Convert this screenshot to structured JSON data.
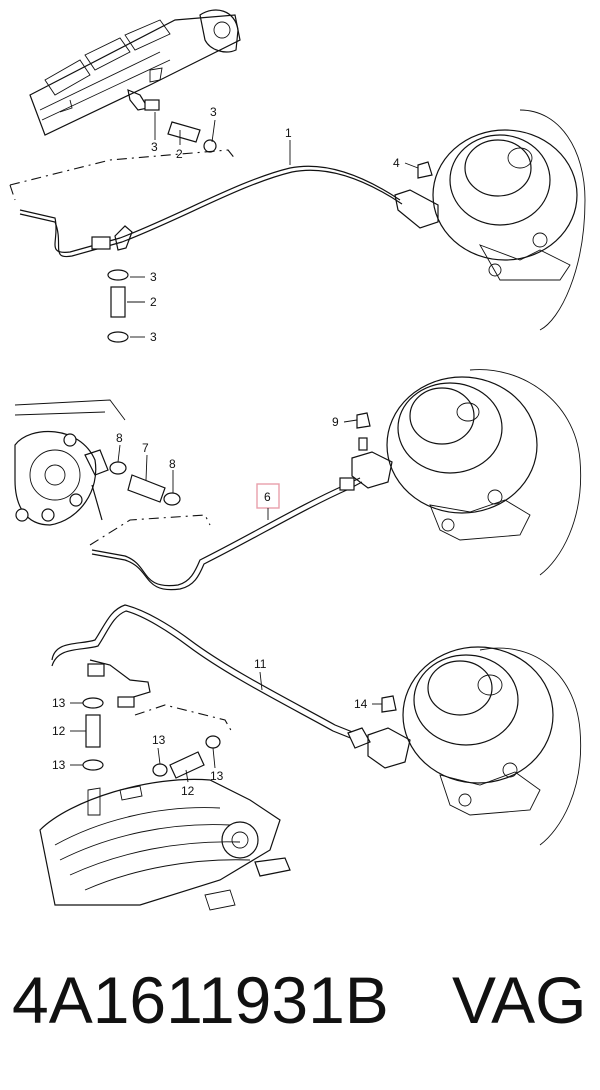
{
  "diagram": {
    "callouts": {
      "top": [
        "1",
        "2",
        "3",
        "3",
        "4",
        "3",
        "2",
        "3"
      ],
      "middle": [
        "6",
        "7",
        "8",
        "8",
        "9"
      ],
      "bottom": [
        "11",
        "12",
        "12",
        "13",
        "13",
        "13",
        "13",
        "14"
      ]
    },
    "highlight_color": "#e8a0aa"
  },
  "footer": {
    "part_number": "4A1611931B",
    "brand": "VAG"
  }
}
